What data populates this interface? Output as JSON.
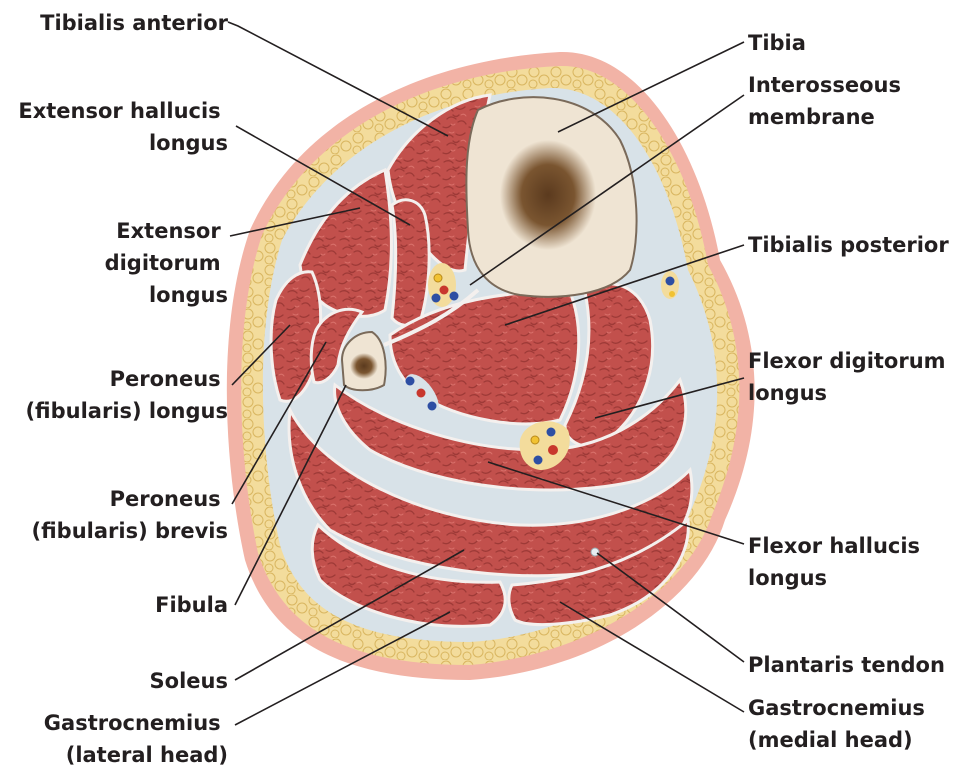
{
  "labels_left": {
    "tibialis_anterior": "Tibialis anterior",
    "extensor_hallucis_longus": [
      "Extensor hallucis",
      "longus"
    ],
    "extensor_digitorum_longus": [
      "Extensor",
      "digitorum",
      "longus"
    ],
    "peroneus_longus": [
      "Peroneus",
      "(fibularis) longus"
    ],
    "peroneus_brevis": [
      "Peroneus",
      "(fibularis) brevis"
    ],
    "fibula": "Fibula",
    "soleus": "Soleus",
    "gastrocnemius_lateral": [
      "Gastrocnemius",
      "(lateral head)"
    ]
  },
  "labels_right": {
    "tibia": "Tibia",
    "interosseous_membrane": [
      "Interosseous",
      "membrane"
    ],
    "tibialis_posterior": "Tibialis posterior",
    "flexor_digitorum_longus": [
      "Flexor digitorum",
      "longus"
    ],
    "flexor_hallucis_longus": [
      "Flexor hallucis",
      "longus"
    ],
    "plantaris_tendon": "Plantaris tendon",
    "gastrocnemius_medial": [
      "Gastrocnemius",
      "(medial head)"
    ]
  },
  "colors": {
    "skin": "#f2b3a6",
    "fat": "#f3dc9c",
    "fascia": "#d8e2e8",
    "muscle": "#c2504c",
    "muscle_dark": "#9e3a37",
    "bone": "#efe4d3",
    "marrow": "#6e4a2a",
    "vein": "#2d4ea3",
    "artery": "#c8372d",
    "nerve": "#f1c232"
  }
}
